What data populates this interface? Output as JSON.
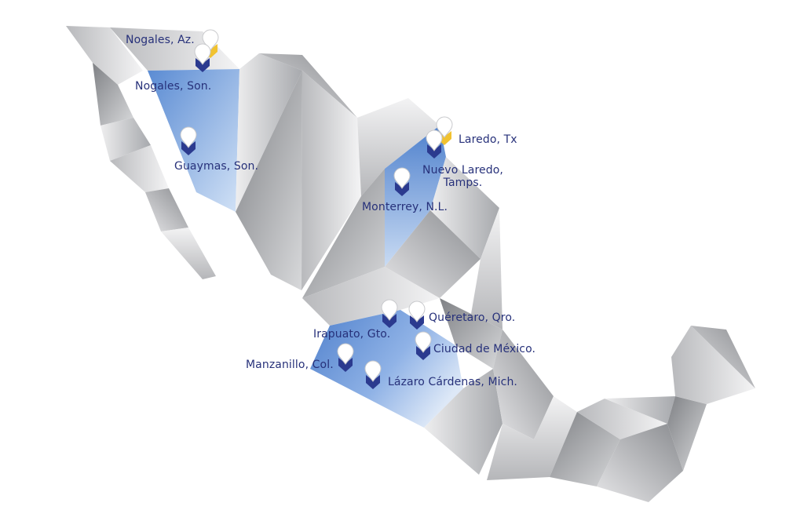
{
  "map": {
    "colors": {
      "fold_light": "#f2f2f3",
      "fold_mid": "#c9cacc",
      "fold_dark": "#8e9094",
      "region_blue": "#5c8fd6",
      "region_blue_light": "#bcd3f0",
      "pin_navy": "#2b3a8f",
      "pin_yellow": "#f1c230",
      "label_navy": "#27317a"
    },
    "regions": [
      "sonora-corridor",
      "northeast-corridor",
      "bajio-corridor"
    ],
    "locations": [
      {
        "id": "nogales-az",
        "label": "Nogales, Az.",
        "pin": "yellow-us-pin"
      },
      {
        "id": "nogales-son",
        "label": "Nogales, Son.",
        "pin": "navy-pin"
      },
      {
        "id": "guaymas-son",
        "label": "Guaymas, Son.",
        "pin": "navy-pin"
      },
      {
        "id": "laredo-tx",
        "label": "Laredo, Tx",
        "pin": "yellow-us-pin"
      },
      {
        "id": "nuevo-laredo",
        "label": "Nuevo Laredo,\nTamps.",
        "line1": "Nuevo Laredo,",
        "line2": "Tamps.",
        "pin": "navy-pin"
      },
      {
        "id": "monterrey",
        "label": "Monterrey, N.L.",
        "pin": "navy-pin"
      },
      {
        "id": "queretaro",
        "label": "Quéretaro, Qro.",
        "pin": "navy-pin"
      },
      {
        "id": "irapuato",
        "label": "Irapuato, Gto.",
        "pin": "navy-pin"
      },
      {
        "id": "ciudad-mexico",
        "label": "Ciudad de México.",
        "pin": "navy-pin"
      },
      {
        "id": "manzanillo",
        "label": "Manzanillo, Col.",
        "pin": "navy-pin"
      },
      {
        "id": "lazaro-cardenas",
        "label": "Lázaro Cárdenas, Mich.",
        "pin": "navy-pin"
      }
    ]
  }
}
